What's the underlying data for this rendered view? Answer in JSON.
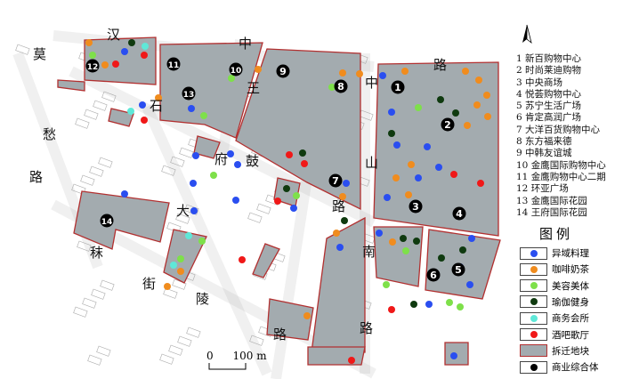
{
  "map": {
    "roads": {
      "hanzhong": [
        "汉",
        "中",
        "路"
      ],
      "mochou": [
        "莫",
        "愁",
        "路"
      ],
      "zhongshannan": [
        "中",
        "山",
        "南",
        "路"
      ],
      "shigu": [
        "石",
        "鼓",
        "路"
      ],
      "wangfu": [
        "王",
        "府",
        "大",
        "街"
      ],
      "moling": [
        "秣",
        "陵",
        "路"
      ]
    },
    "markers": [
      "1",
      "2",
      "3",
      "4",
      "5",
      "6",
      "7",
      "8",
      "9",
      "10",
      "11",
      "12",
      "13",
      "14"
    ],
    "scale": {
      "zero": "0",
      "label": "100 m"
    }
  },
  "list": [
    "1 新百购物中心",
    "2 时尚莱迪购物",
    "3 中央商场",
    "4 悦荟购物中心",
    "5 苏宁生活广场",
    "6 肯定高润广场",
    "7 大洋百货购物中心",
    "8 东方福来德",
    "9 中韩友谊城",
    "10 金鹰国际购物中心",
    "11 金鹰购物中心二期",
    "12 环亚广场",
    "13 金鹰国际花园",
    "14 王府国际花园"
  ],
  "legend": {
    "title": "图例",
    "items": [
      {
        "label": "异域料理",
        "color": "#2a4ef0"
      },
      {
        "label": "咖啡奶茶",
        "color": "#f08c1e"
      },
      {
        "label": "美容美体",
        "color": "#7ee04a"
      },
      {
        "label": "瑜伽健身",
        "color": "#0f3a0f"
      },
      {
        "label": "商务会所",
        "color": "#5fe8d8"
      },
      {
        "label": "酒吧歌厅",
        "color": "#f01818"
      },
      {
        "label": "拆迁地块",
        "color": "#a3abaf"
      },
      {
        "label": "商业综合体",
        "color": "#000000"
      }
    ]
  }
}
